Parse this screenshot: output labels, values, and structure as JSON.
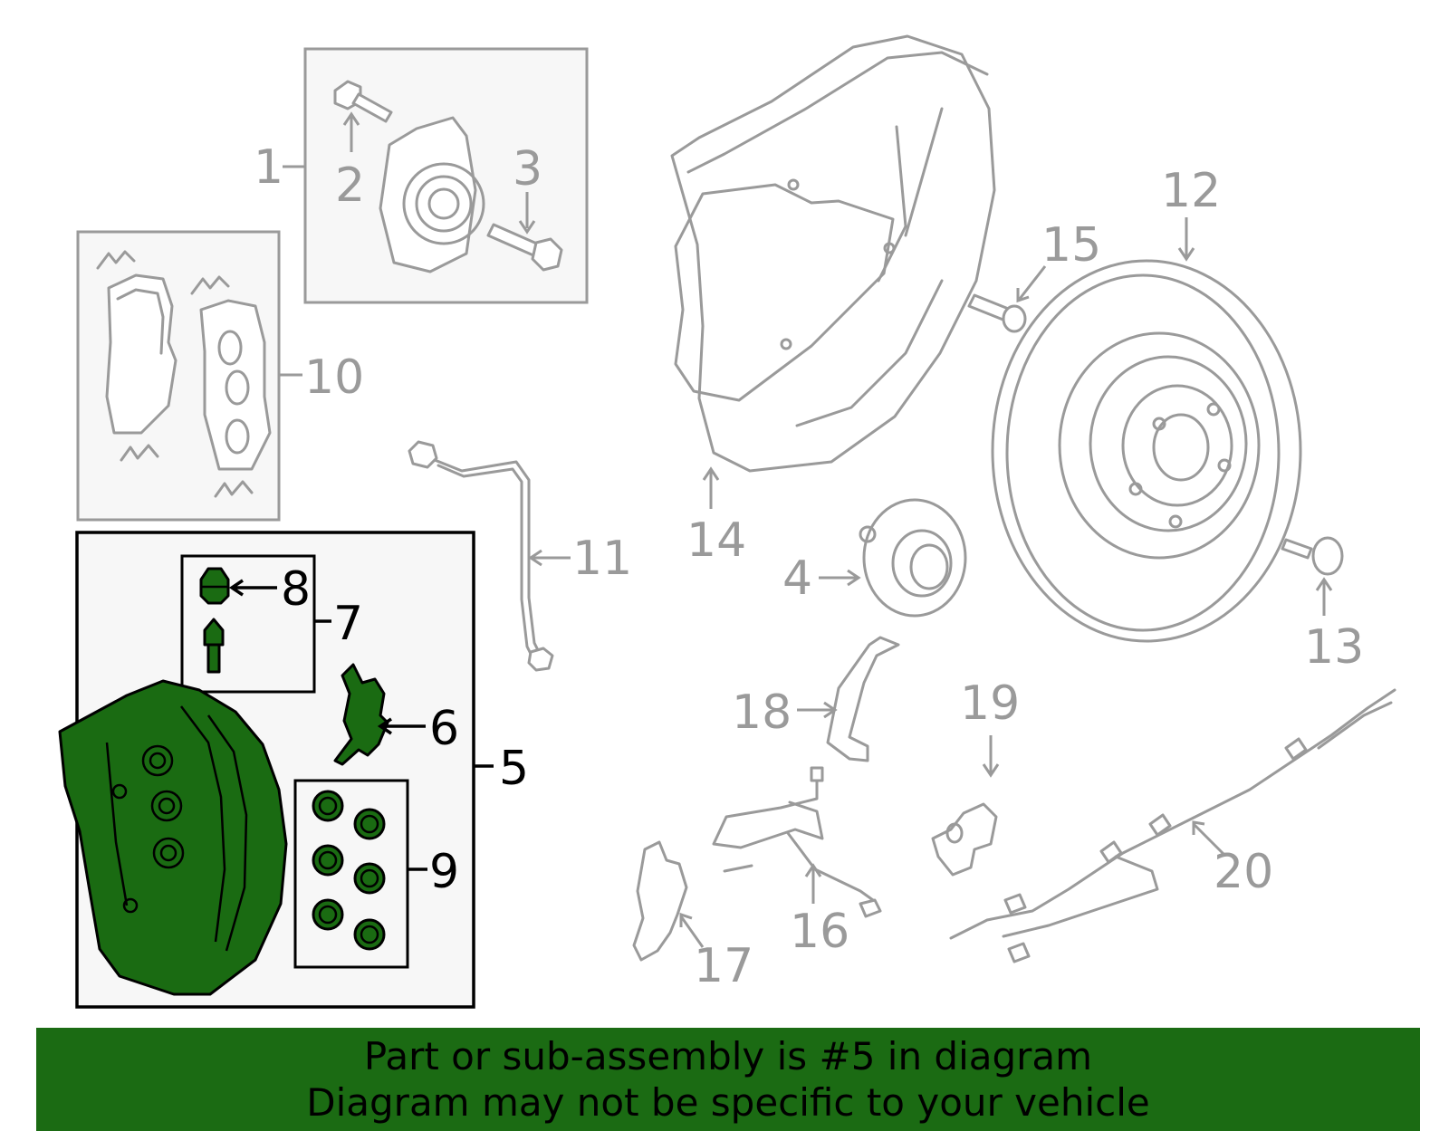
{
  "callouts": {
    "c1": "1",
    "c2": "2",
    "c3": "3",
    "c4": "4",
    "c5": "5",
    "c6": "6",
    "c7": "7",
    "c8": "8",
    "c9": "9",
    "c10": "10",
    "c11": "11",
    "c12": "12",
    "c13": "13",
    "c14": "14",
    "c15": "15",
    "c16": "16",
    "c17": "17",
    "c18": "18",
    "c19": "19",
    "c20": "20"
  },
  "highlight_part": "5",
  "colors": {
    "highlight": "#1b6b13",
    "parts": "#9a9a9a",
    "box_fill": "#f7f7f7"
  },
  "banner": {
    "line1": "Part or sub-assembly is #5 in diagram",
    "line2": "Diagram may not be specific to your vehicle"
  }
}
